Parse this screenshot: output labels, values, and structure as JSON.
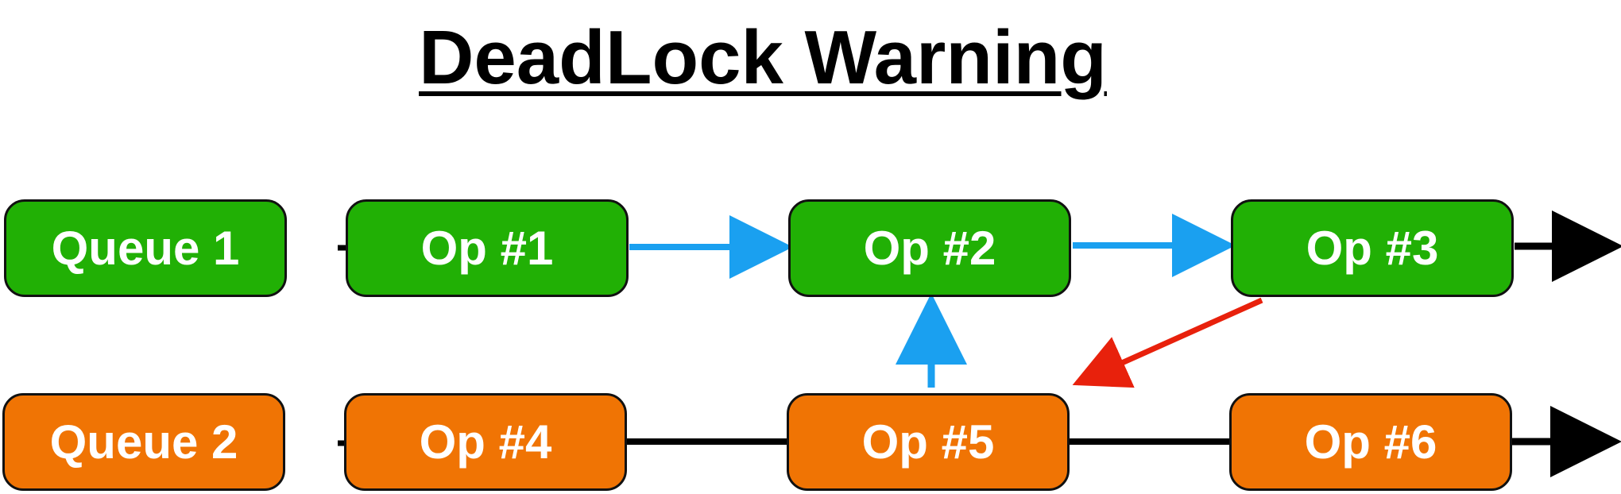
{
  "title": "DeadLock Warning",
  "colors": {
    "queue1": "#21b005",
    "queue2": "#f07404",
    "timeline": "#000000",
    "dependency": "#1aa0f0",
    "deadlock": "#e8210c"
  },
  "queue1": {
    "label": "Queue 1",
    "ops": [
      "Op #1",
      "Op #2",
      "Op #3"
    ]
  },
  "queue2": {
    "label": "Queue 2",
    "ops": [
      "Op #4",
      "Op #5",
      "Op #6"
    ]
  },
  "edges": [
    {
      "from": "Op #1",
      "to": "Op #2",
      "kind": "dependency"
    },
    {
      "from": "Op #2",
      "to": "Op #3",
      "kind": "dependency"
    },
    {
      "from": "Op #5",
      "to": "Op #2",
      "kind": "dependency"
    },
    {
      "from": "Op #3",
      "to": "Op #5",
      "kind": "deadlock"
    }
  ]
}
